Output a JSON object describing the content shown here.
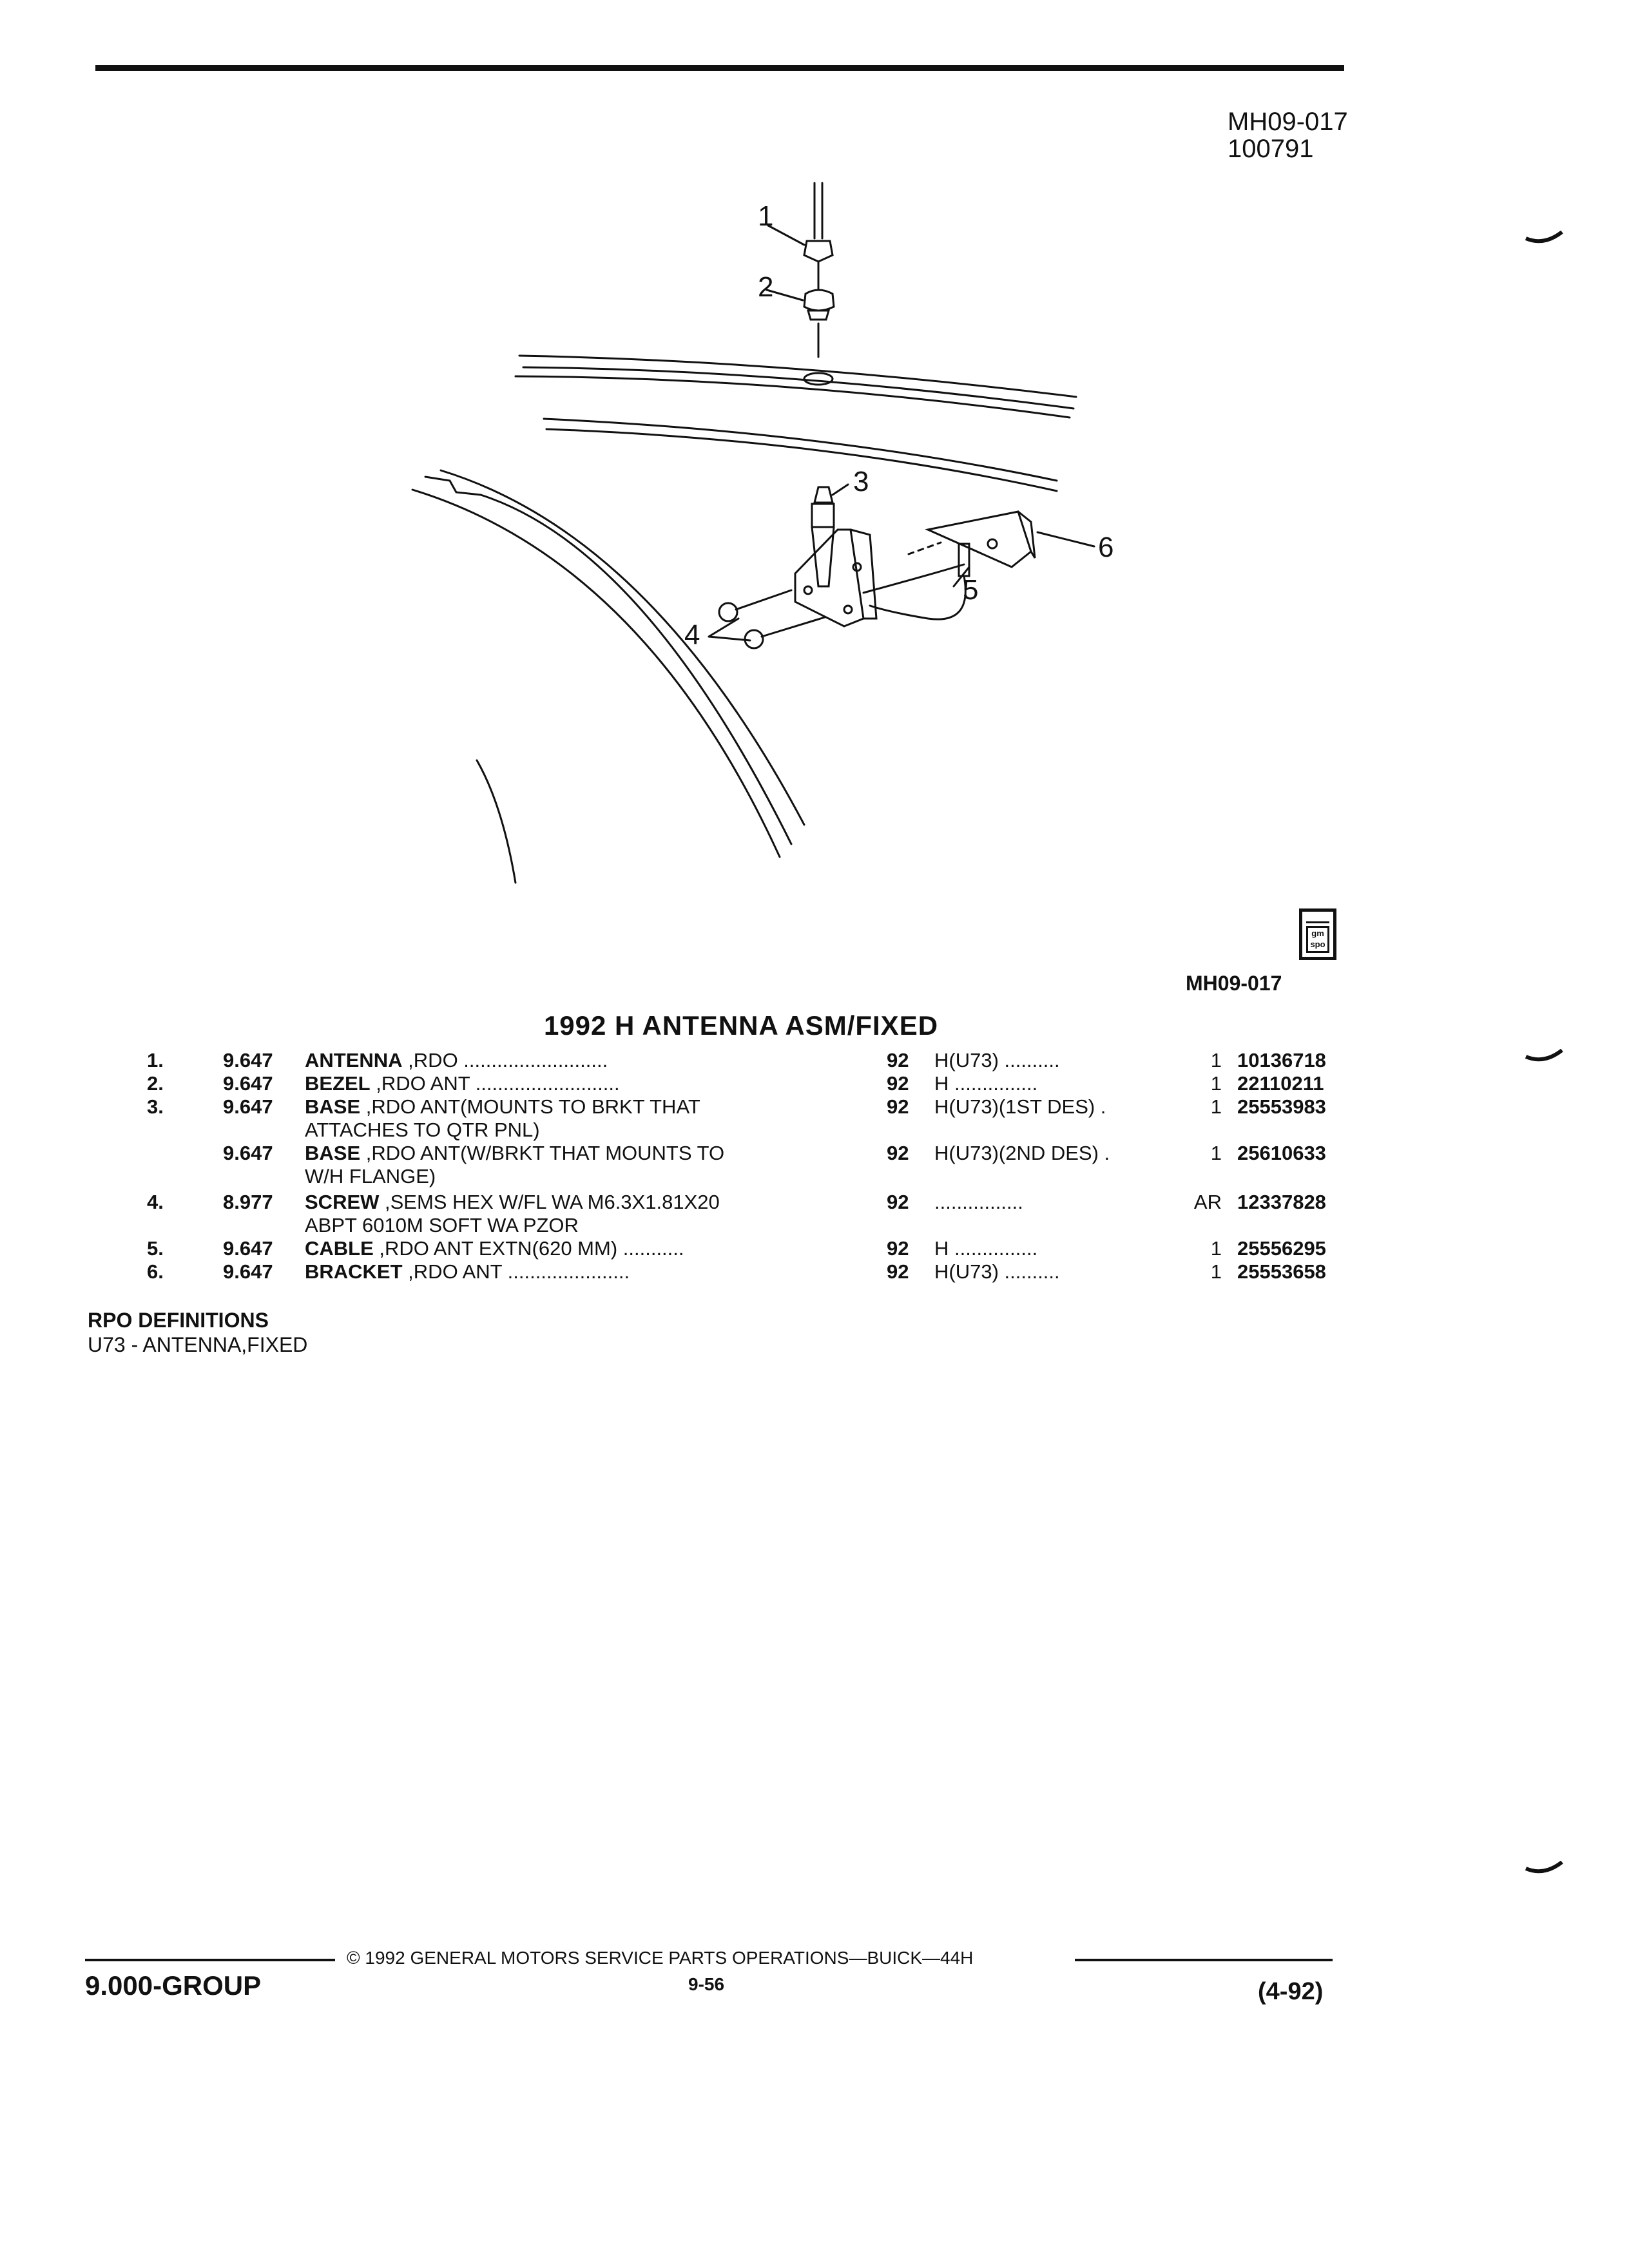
{
  "header": {
    "ref_code": "MH09-017",
    "ref_date": "100791"
  },
  "diagram": {
    "callouts": [
      "1",
      "2",
      "3",
      "4",
      "5",
      "6"
    ],
    "caption": "MH09-017",
    "logo_text": "gm spo"
  },
  "title": "1992 H ANTENNA ASM/FIXED",
  "parts": [
    {
      "num": "1.",
      "group": "9.647",
      "name": "ANTENNA",
      "rest": " ,RDO ..........................",
      "year": "92",
      "applic": "H(U73) ..........",
      "qty": "1",
      "part_no": "10136718"
    },
    {
      "num": "2.",
      "group": "9.647",
      "name": "BEZEL",
      "rest": " ,RDO ANT ..........................",
      "year": "92",
      "applic": "H ...............",
      "qty": "1",
      "part_no": "22110211"
    },
    {
      "num": "3.",
      "group": "9.647",
      "name": "BASE",
      "rest": " ,RDO ANT(MOUNTS TO BRKT THAT\nATTACHES TO QTR PNL)",
      "year": "92",
      "applic": "H(U73)(1ST DES) .",
      "qty": "1",
      "part_no": "25553983"
    },
    {
      "num": "",
      "group": "9.647",
      "name": "BASE",
      "rest": " ,RDO ANT(W/BRKT THAT MOUNTS TO\nW/H FLANGE)",
      "year": "92",
      "applic": "H(U73)(2ND DES) .",
      "qty": "1",
      "part_no": "25610633"
    },
    {
      "num": "4.",
      "group": "8.977",
      "name": "SCREW",
      "rest": " ,SEMS HEX W/FL WA M6.3X1.81X20\nABPT 6010M SOFT WA PZOR",
      "year": "92",
      "applic": "................",
      "qty": "AR",
      "part_no": "12337828"
    },
    {
      "num": "5.",
      "group": "9.647",
      "name": "CABLE",
      "rest": " ,RDO ANT EXTN(620 MM) ...........",
      "year": "92",
      "applic": "H ...............",
      "qty": "1",
      "part_no": "25556295"
    },
    {
      "num": "6.",
      "group": "9.647",
      "name": "BRACKET",
      "rest": " ,RDO ANT ......................",
      "year": "92",
      "applic": "H(U73) ..........",
      "qty": "1",
      "part_no": "25553658"
    }
  ],
  "rpo": {
    "heading": "RPO DEFINITIONS",
    "definitions": [
      "U73 - ANTENNA,FIXED"
    ]
  },
  "footer": {
    "copyright": "© 1992 GENERAL MOTORS SERVICE PARTS OPERATIONS—BUICK—44H",
    "group": "9.000-GROUP",
    "page": "9-56",
    "date": "(4-92)"
  }
}
